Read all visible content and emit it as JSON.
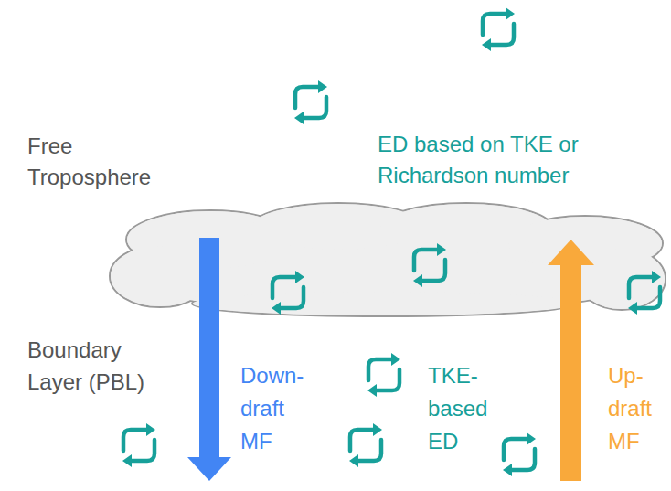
{
  "diagram": {
    "labels": [
      "Free Troposphere",
      "ED based on TKE or Richardson number",
      "Boundary Layer (PBL)",
      "Down-draft MF",
      "TKE-based ED",
      "Up-draft MF"
    ]
  }
}
